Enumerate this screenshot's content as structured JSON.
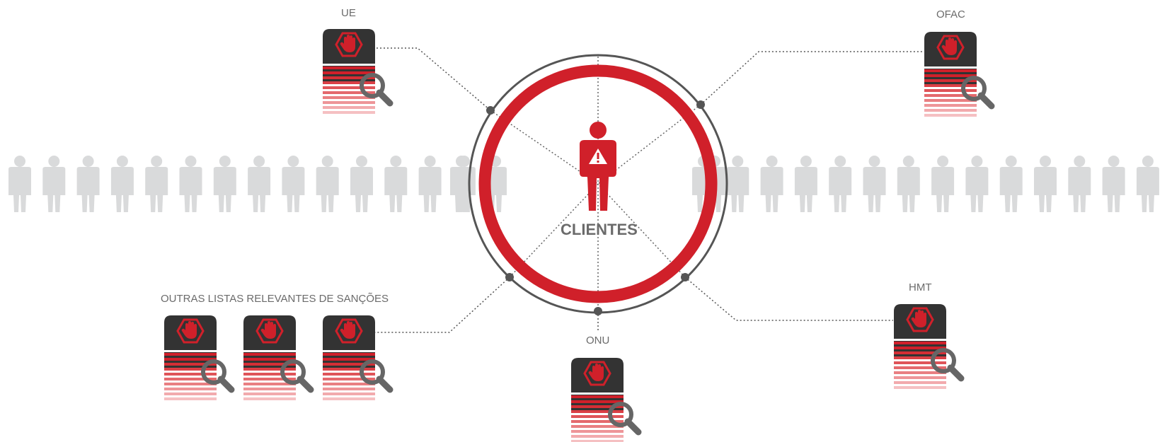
{
  "center": {
    "label": "CLIENTES",
    "icon": "alert-person-icon"
  },
  "lists": {
    "ue": "UE",
    "ofac": "OFAC",
    "hmt": "HMT",
    "onu": "ONU",
    "outras": "OUTRAS LISTAS RELEVANTES DE SANÇÕES"
  },
  "colors": {
    "accent": "#d0202a",
    "dark": "#333333",
    "grey": "#666666",
    "crowd": "#d9dadb"
  }
}
